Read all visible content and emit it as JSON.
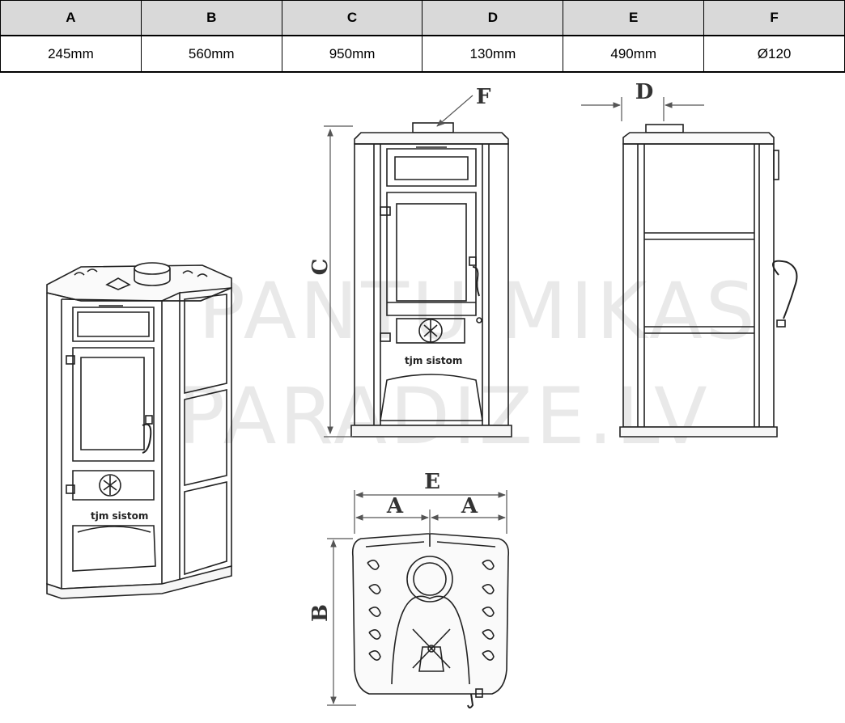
{
  "table": {
    "headers": [
      "A",
      "B",
      "C",
      "D",
      "E",
      "F"
    ],
    "values": [
      "245mm",
      "560mm",
      "950mm",
      "130mm",
      "490mm",
      "Ø120"
    ]
  },
  "drawing": {
    "labels": {
      "A": "A",
      "B": "B",
      "C": "C",
      "D": "D",
      "E": "E",
      "F": "F"
    },
    "brand": "tjm sistom",
    "watermark": [
      "PANTU MIKAS",
      "PARADIZE.LV"
    ]
  }
}
